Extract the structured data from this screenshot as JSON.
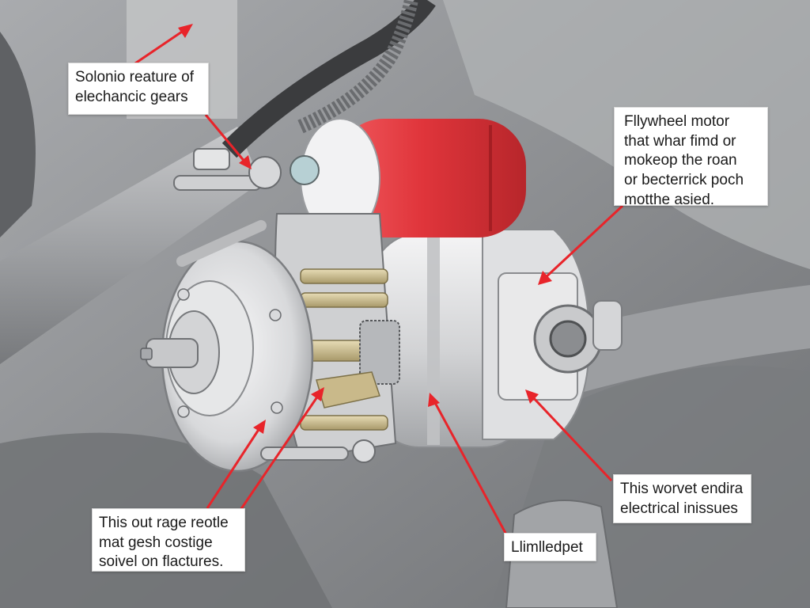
{
  "callouts": {
    "solenoid": {
      "lines": [
        "Solonio reature of",
        "elechancic gears"
      ]
    },
    "flywheel": {
      "lines": [
        "Fllywheel motor",
        "that whar fimd or",
        "mokeop the roan",
        "or becterrick poch",
        "motthe asied."
      ]
    },
    "electrical": {
      "lines": [
        "This worvet endira",
        "electrical inissues"
      ]
    },
    "outrage": {
      "lines": [
        "This out rage reotle",
        "mat gesh costige",
        "soivel on flactures."
      ]
    },
    "limited": {
      "lines": [
        "Llimlledpet"
      ]
    }
  },
  "colors": {
    "background": "#8f9194",
    "motor_housing_red": "#e0353b",
    "arrow_red": "#e8242a",
    "metal_light": "#e2e3e5",
    "callout_bg": "#ffffff"
  }
}
